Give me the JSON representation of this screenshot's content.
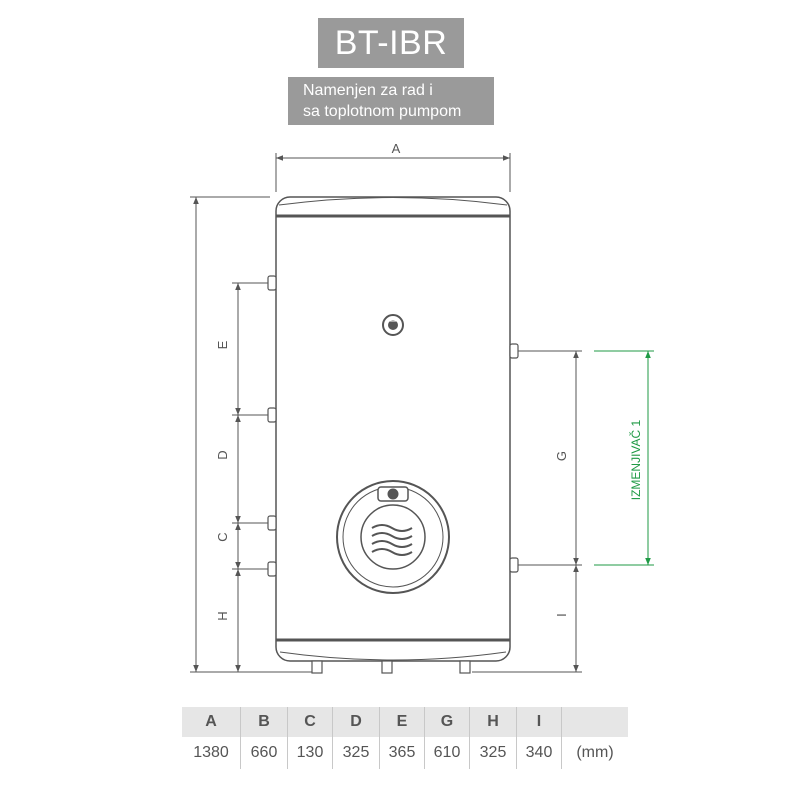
{
  "title": "BT-IBR",
  "subtitle_lines": [
    "Namenjen za rad i",
    "sa toplotnom pumpom"
  ],
  "dimension_labels": {
    "A": "A",
    "E": "E",
    "D": "D",
    "C": "C",
    "H": "H",
    "G": "G",
    "I": "I",
    "exchanger": "IZMENJIVAČ 1"
  },
  "colors": {
    "title_bg": "#9a9a9a",
    "line": "#555555",
    "exchanger": "#1f9a45",
    "table_header_bg": "#e6e6e6"
  },
  "table": {
    "headers": [
      "A",
      "B",
      "C",
      "D",
      "E",
      "G",
      "H",
      "I",
      ""
    ],
    "values": [
      "1380",
      "660",
      "130",
      "325",
      "365",
      "610",
      "325",
      "340",
      "(mm)"
    ]
  }
}
